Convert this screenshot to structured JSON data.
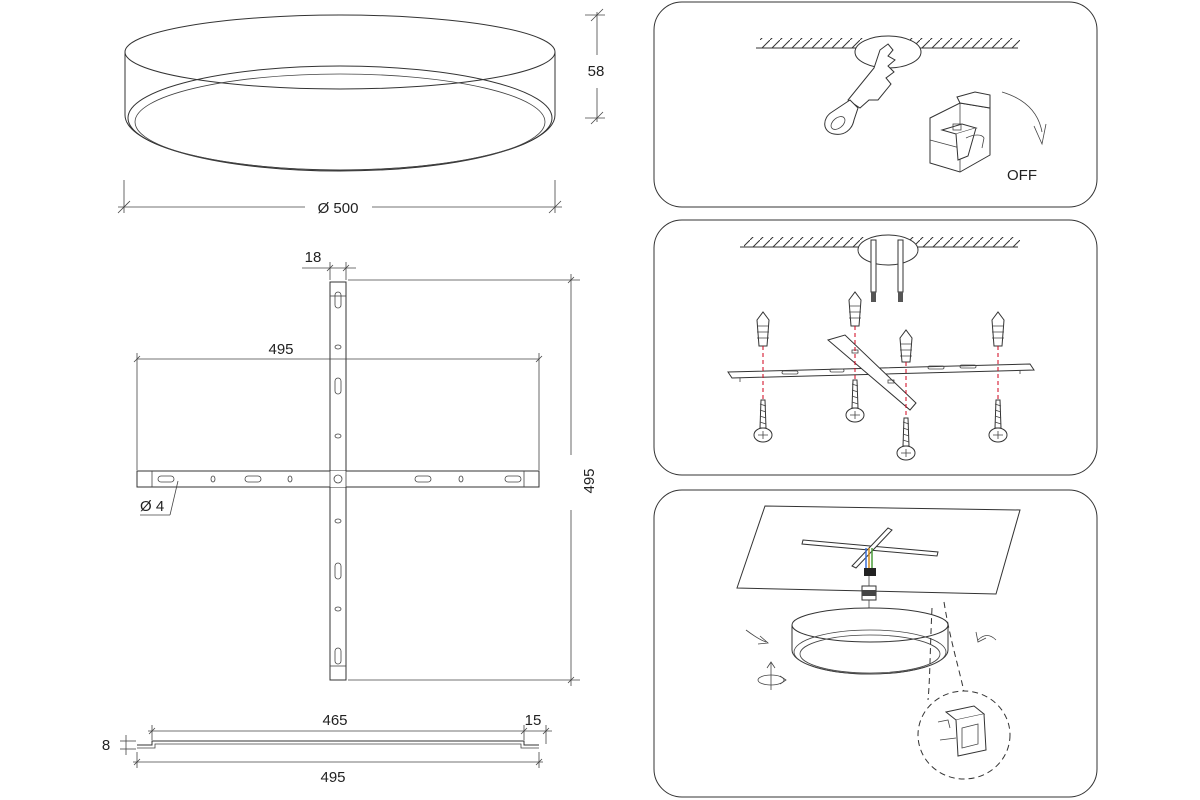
{
  "dimensions": {
    "height": "58",
    "diameter": "Ø 500",
    "bracket_arm_width": "18",
    "bracket_span_horizontal": "495",
    "bracket_span_vertical": "495",
    "hole_diameter": "Ø 4",
    "side_thickness": "8",
    "side_inner": "465",
    "side_end": "15",
    "side_total": "495"
  },
  "steps": {
    "step1_label": "OFF"
  }
}
